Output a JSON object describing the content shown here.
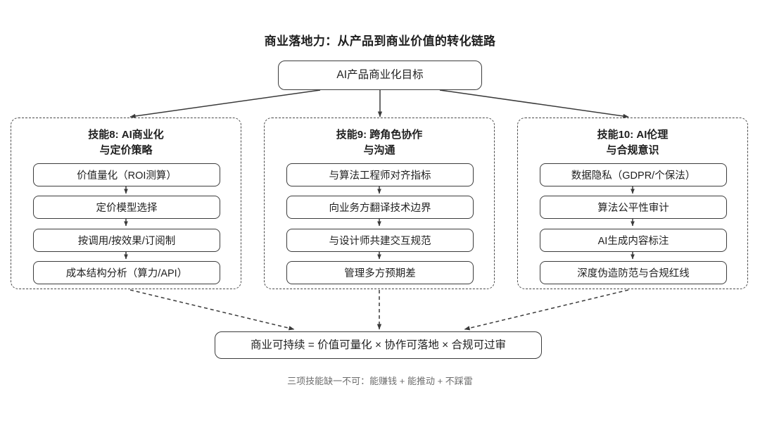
{
  "title": "商业落地力：从产品到商业价值的转化链路",
  "root_node": {
    "label": "AI产品商业化目标"
  },
  "groups": [
    {
      "title": "技能8: AI商业化\n与定价策略",
      "items": [
        "价值量化（ROI测算）",
        "定价模型选择",
        "按调用/按效果/订阅制",
        "成本结构分析（算力/API）"
      ]
    },
    {
      "title": "技能9: 跨角色协作\n与沟通",
      "items": [
        "与算法工程师对齐指标",
        "向业务方翻译技术边界",
        "与设计师共建交互规范",
        "管理多方预期差"
      ]
    },
    {
      "title": "技能10: AI伦理\n与合规意识",
      "items": [
        "数据隐私（GDPR/个保法）",
        "算法公平性审计",
        "AI生成内容标注",
        "深度伪造防范与合规红线"
      ]
    }
  ],
  "summary_node": {
    "label": "商业可持续 = 价值可量化 × 协作可落地 × 合规可过审"
  },
  "footer_note": "三项技能缺一不可：能赚钱 + 能推动 + 不踩雷",
  "colors": {
    "background": "#ffffff",
    "node_border": "#3c3c3c",
    "group_border": "#4a4a4a",
    "text": "#212121",
    "muted_text": "#6d6d6d",
    "connector": "#3a3a3a"
  }
}
